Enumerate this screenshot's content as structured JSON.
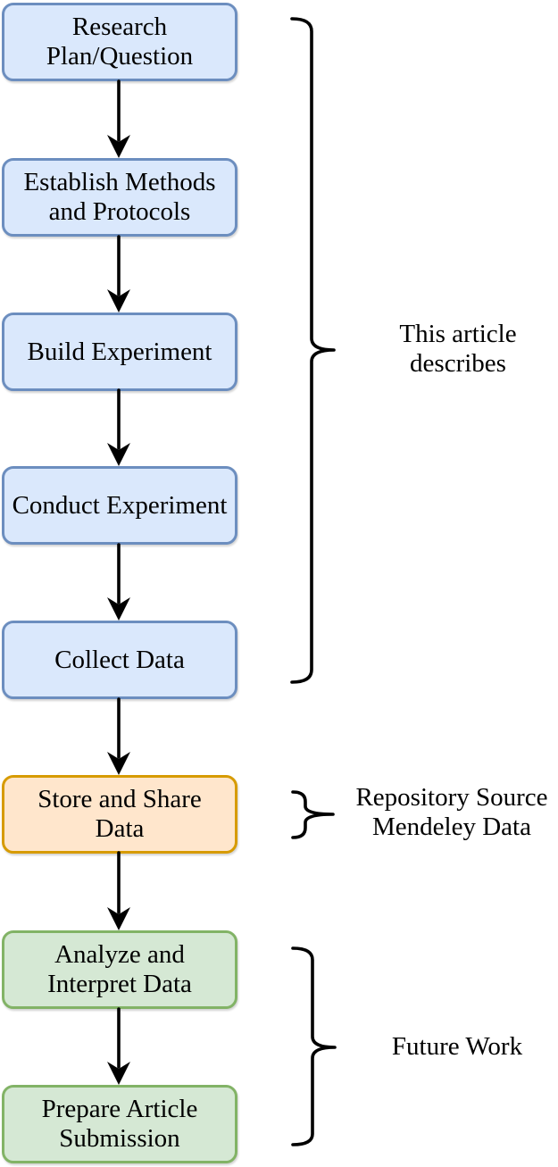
{
  "colors": {
    "background": "#ffffff",
    "text": "#000000",
    "connector": "#000000",
    "blue_fill": "#dae8fc",
    "blue_stroke": "#6c8ebf",
    "orange_fill": "#ffe6cc",
    "orange_stroke": "#d79b00",
    "green_fill": "#d5e8d4",
    "green_stroke": "#82b366"
  },
  "flowchart": {
    "nodes": [
      {
        "id": "research-plan-question",
        "label": "Research\nPlan/Question",
        "color": "blue"
      },
      {
        "id": "establish-methods-protocols",
        "label": "Establish Methods\nand Protocols",
        "color": "blue"
      },
      {
        "id": "build-experiment",
        "label": "Build Experiment",
        "color": "blue"
      },
      {
        "id": "conduct-experiment",
        "label": "Conduct Experiment",
        "color": "blue"
      },
      {
        "id": "collect-data",
        "label": "Collect Data",
        "color": "blue"
      },
      {
        "id": "store-and-share-data",
        "label": "Store and Share\nData",
        "color": "orange"
      },
      {
        "id": "analyze-interpret-data",
        "label": "Analyze and\nInterpret Data",
        "color": "green"
      },
      {
        "id": "prepare-article-submission",
        "label": "Prepare Article\nSubmission",
        "color": "green"
      }
    ],
    "annotations": [
      {
        "id": "this-article-describes",
        "label": "This article\ndescribes",
        "covers": [
          "Research Plan/Question",
          "Establish Methods and Protocols",
          "Build Experiment",
          "Conduct Experiment",
          "Collect Data"
        ]
      },
      {
        "id": "repository-source",
        "label": "Repository Source\nMendeley Data",
        "covers": [
          "Store and Share Data"
        ]
      },
      {
        "id": "future-work",
        "label": "Future Work",
        "covers": [
          "Analyze and Interpret Data",
          "Prepare Article Submission"
        ]
      }
    ]
  }
}
